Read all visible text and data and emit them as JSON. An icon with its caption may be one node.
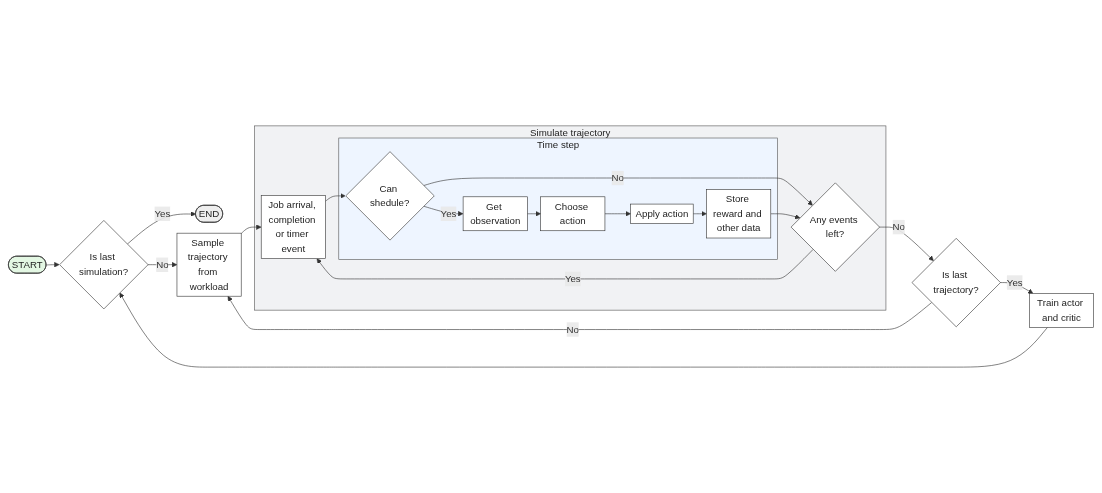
{
  "diagram": {
    "nodes": [
      {
        "text": [
          "START"
        ]
      },
      {
        "text": [
          "Is last simulation?"
        ]
      },
      {
        "text": [
          "END"
        ]
      },
      {
        "text": [
          "Train actor and critic"
        ]
      },
      {
        "text": [
          "Is last trajectory?"
        ]
      },
      {
        "text": [
          "Sample trajectory from workload"
        ]
      },
      {
        "text": [
          "Simulate trajectory"
        ]
      },
      {
        "text": [
          "Job arrival, completion or timer event"
        ],
        "in": 6
      },
      {
        "text": [
          "Any events left?"
        ],
        "in": 6
      },
      {
        "text": [
          "Time step"
        ],
        "in": 6
      },
      {
        "text": [
          "Can shedule?"
        ],
        "in": 9
      },
      {
        "text": [
          "Get observation"
        ],
        "in": 9
      },
      {
        "text": [
          "Choose action"
        ],
        "in": 9
      },
      {
        "text": [
          "Apply action"
        ],
        "in": 9
      },
      {
        "text": [
          "Store reward and other data"
        ],
        "in": 9
      }
    ],
    "edges": [
      {
        "from": 0,
        "to": 1,
        "arrow": "to"
      },
      {
        "from": 1,
        "to": 2,
        "arrow": "to",
        "label": "Yes"
      },
      {
        "from": 1,
        "to": 5,
        "arrow": "to",
        "label": "No"
      },
      {
        "from": 3,
        "to": 1,
        "arrow": "to"
      },
      {
        "from": 4,
        "to": 3,
        "arrow": "to",
        "label": "Yes"
      },
      {
        "from": 4,
        "to": 5,
        "arrow": "to",
        "label": "No"
      },
      {
        "from": 5,
        "to": 7,
        "arrow": "to"
      },
      {
        "from": 7,
        "to": 10,
        "arrow": "to"
      },
      {
        "from": 10,
        "to": 8,
        "arrow": "to",
        "label": "No"
      },
      {
        "from": 8,
        "to": 7,
        "arrow": "to",
        "label": "Yes"
      },
      {
        "from": 8,
        "to": 4,
        "arrow": "to",
        "label": "No"
      },
      {
        "from": 10,
        "to": 11,
        "arrow": "to",
        "label": "Yes"
      },
      {
        "from": 11,
        "to": 12,
        "arrow": "to"
      },
      {
        "from": 12,
        "to": 13,
        "arrow": "to"
      },
      {
        "from": 13,
        "to": 14,
        "arrow": "to"
      },
      {
        "from": 14,
        "to": 8,
        "arrow": "to"
      }
    ]
  }
}
